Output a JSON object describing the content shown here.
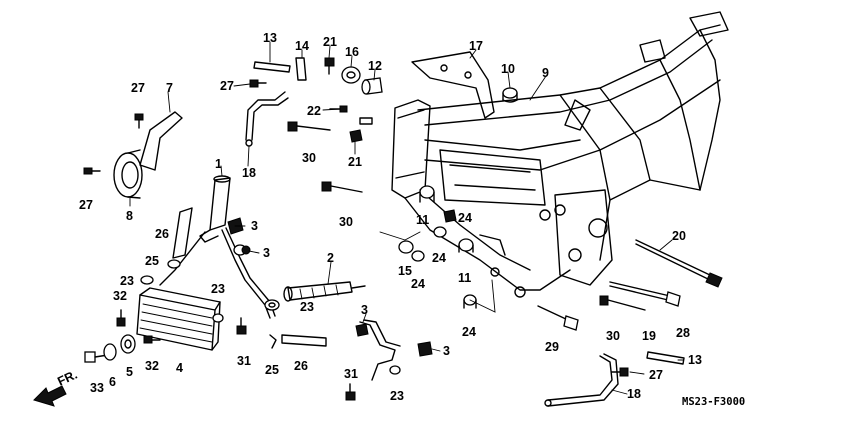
{
  "diagram": {
    "code": "MS23-F3000",
    "front_label": "FR.",
    "callouts": [
      {
        "id": "c1",
        "text": "1"
      },
      {
        "id": "c2",
        "text": "2"
      },
      {
        "id": "c3a",
        "text": "3"
      },
      {
        "id": "c3b",
        "text": "3"
      },
      {
        "id": "c3c",
        "text": "3"
      },
      {
        "id": "c3d",
        "text": "3"
      },
      {
        "id": "c4",
        "text": "4"
      },
      {
        "id": "c5",
        "text": "5"
      },
      {
        "id": "c6",
        "text": "6"
      },
      {
        "id": "c7",
        "text": "7"
      },
      {
        "id": "c8",
        "text": "8"
      },
      {
        "id": "c9",
        "text": "9"
      },
      {
        "id": "c10",
        "text": "10"
      },
      {
        "id": "c11a",
        "text": "11"
      },
      {
        "id": "c11b",
        "text": "11"
      },
      {
        "id": "c12",
        "text": "12"
      },
      {
        "id": "c13a",
        "text": "13"
      },
      {
        "id": "c13b",
        "text": "13"
      },
      {
        "id": "c14",
        "text": "14"
      },
      {
        "id": "c15",
        "text": "15"
      },
      {
        "id": "c16",
        "text": "16"
      },
      {
        "id": "c17",
        "text": "17"
      },
      {
        "id": "c18a",
        "text": "18"
      },
      {
        "id": "c18b",
        "text": "18"
      },
      {
        "id": "c19",
        "text": "19"
      },
      {
        "id": "c20",
        "text": "20"
      },
      {
        "id": "c21a",
        "text": "21"
      },
      {
        "id": "c21b",
        "text": "21"
      },
      {
        "id": "c22",
        "text": "22"
      },
      {
        "id": "c23a",
        "text": "23"
      },
      {
        "id": "c23b",
        "text": "23"
      },
      {
        "id": "c23c",
        "text": "23"
      },
      {
        "id": "c23d",
        "text": "23"
      },
      {
        "id": "c24a",
        "text": "24"
      },
      {
        "id": "c24b",
        "text": "24"
      },
      {
        "id": "c24c",
        "text": "24"
      },
      {
        "id": "c24d",
        "text": "24"
      },
      {
        "id": "c25a",
        "text": "25"
      },
      {
        "id": "c25b",
        "text": "25"
      },
      {
        "id": "c26a",
        "text": "26"
      },
      {
        "id": "c26b",
        "text": "26"
      },
      {
        "id": "c27a",
        "text": "27"
      },
      {
        "id": "c27b",
        "text": "27"
      },
      {
        "id": "c27c",
        "text": "27"
      },
      {
        "id": "c27d",
        "text": "27"
      },
      {
        "id": "c28",
        "text": "28"
      },
      {
        "id": "c29",
        "text": "29"
      },
      {
        "id": "c30a",
        "text": "30"
      },
      {
        "id": "c30b",
        "text": "30"
      },
      {
        "id": "c30c",
        "text": "30"
      },
      {
        "id": "c31a",
        "text": "31"
      },
      {
        "id": "c31b",
        "text": "31"
      },
      {
        "id": "c32a",
        "text": "32"
      },
      {
        "id": "c32b",
        "text": "32"
      },
      {
        "id": "c33",
        "text": "33"
      }
    ]
  }
}
